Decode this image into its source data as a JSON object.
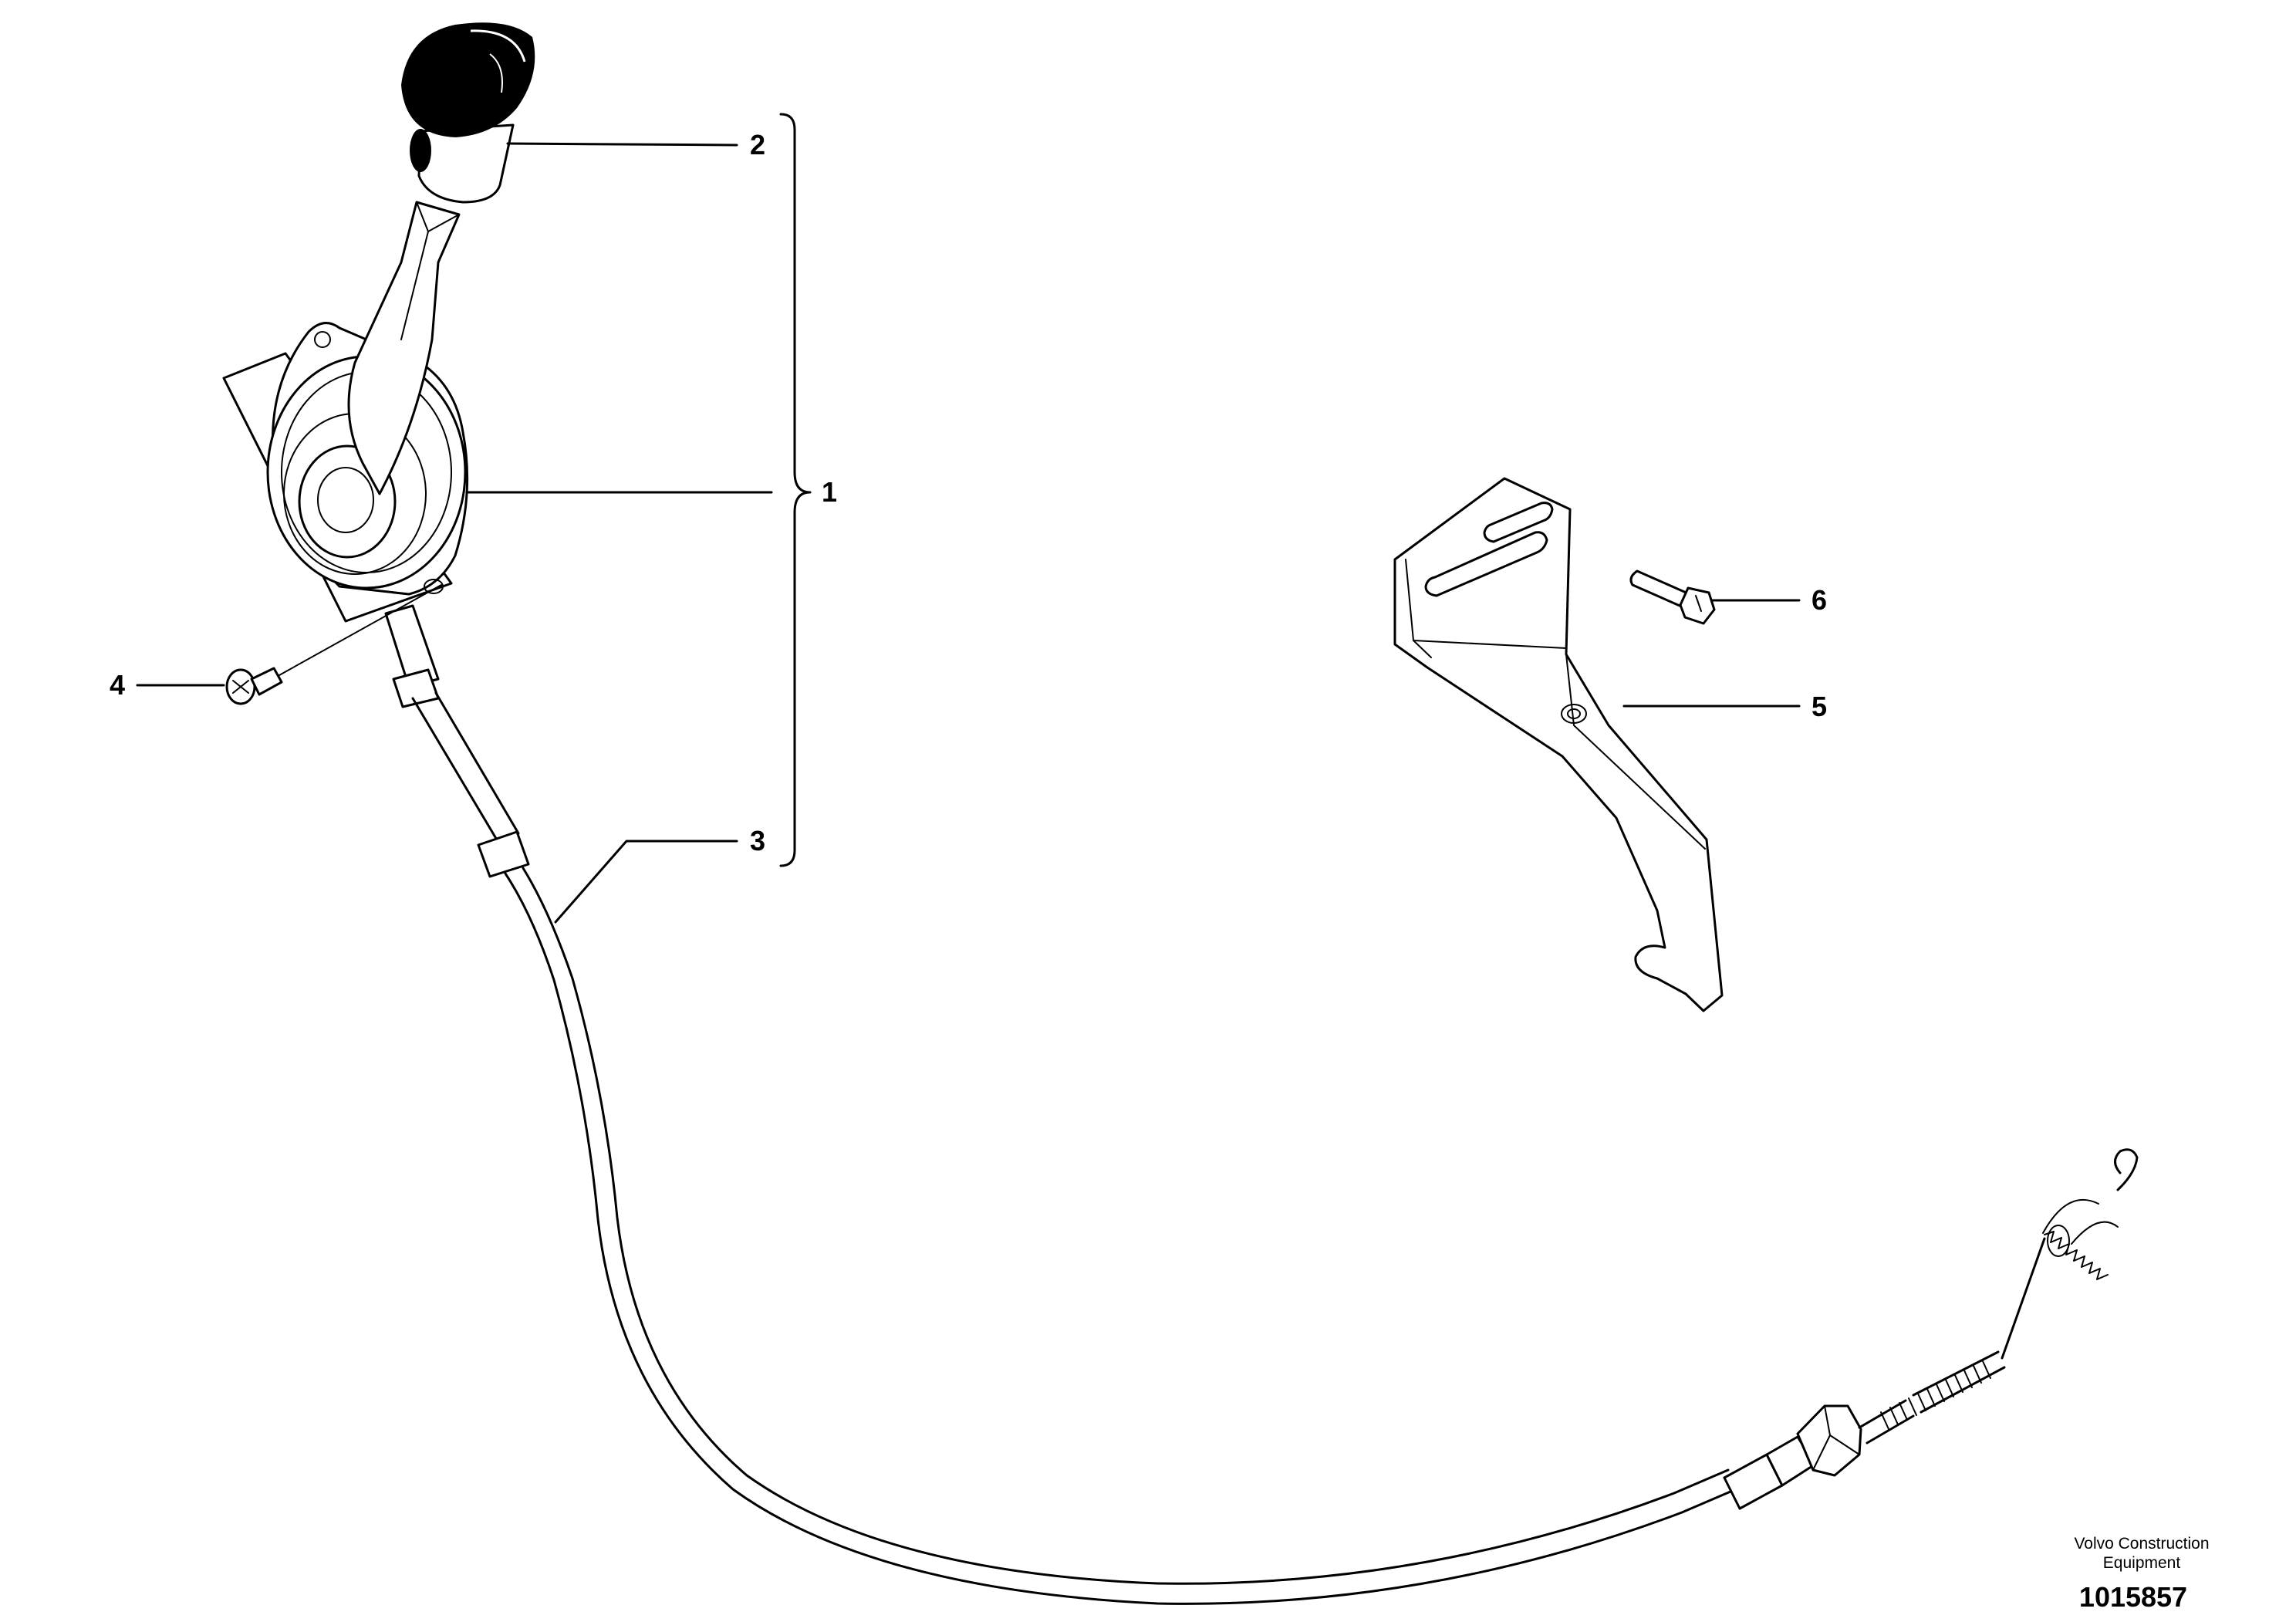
{
  "callouts": [
    {
      "id": "1",
      "label": "1"
    },
    {
      "id": "2",
      "label": "2"
    },
    {
      "id": "3",
      "label": "3"
    },
    {
      "id": "4",
      "label": "4"
    },
    {
      "id": "5",
      "label": "5"
    },
    {
      "id": "6",
      "label": "6"
    }
  ],
  "footer": {
    "maker_line1": "Volvo Construction",
    "maker_line2": "Equipment",
    "diagram_number": "1015857"
  }
}
